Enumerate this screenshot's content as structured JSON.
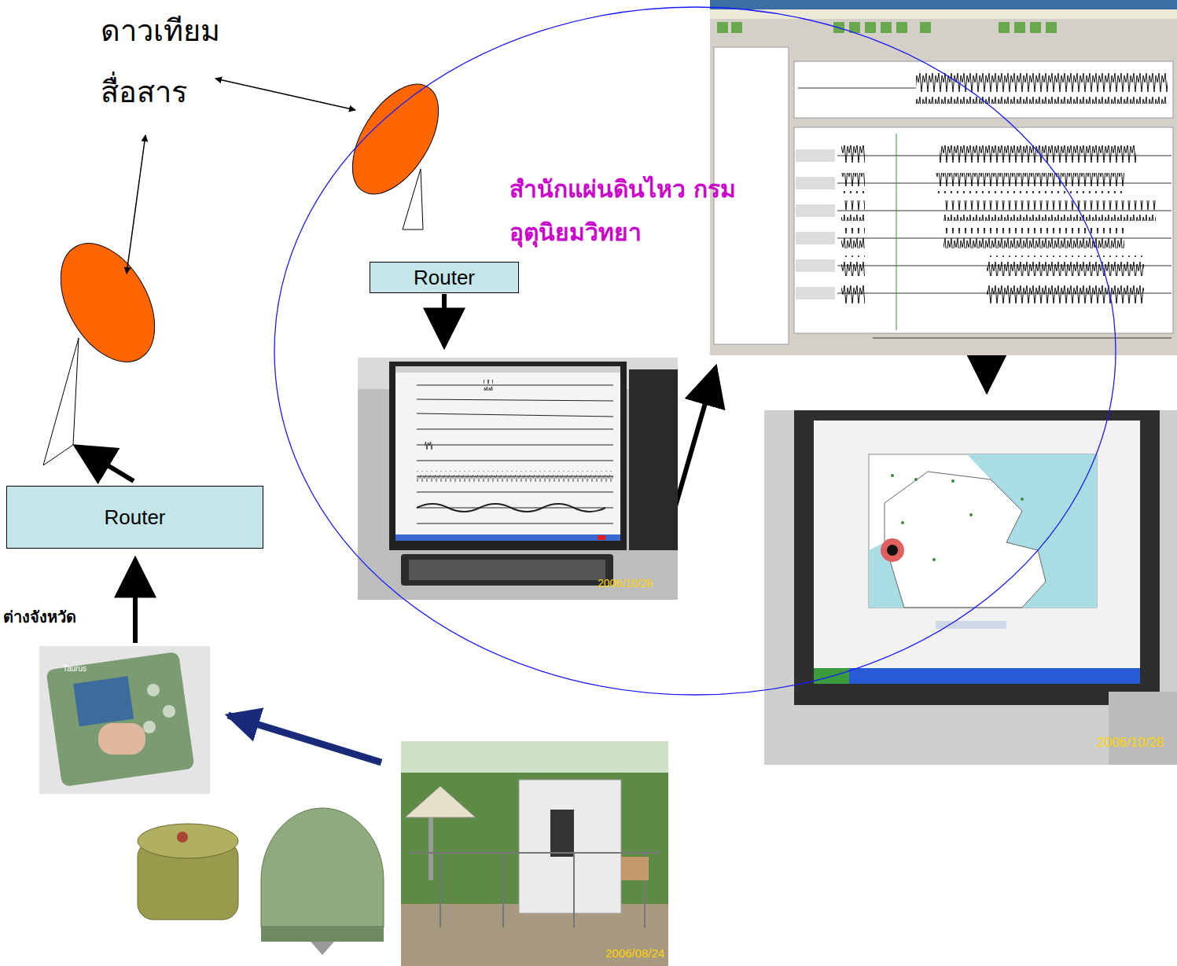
{
  "diagram": {
    "nodes": [
      {
        "text": [
          "สำนักแผ่นดินไหว กรมอุตุนิยมวิทยา"
        ]
      },
      {
        "text": [
          "Router"
        ],
        "in": 0
      },
      {
        "text": [
          "Router"
        ]
      }
    ],
    "labels": [
      "ดาวเทียม สื่อสาร",
      "ต่างจังหวัด",
      "2006/10/28",
      "2006/10/28",
      "2006/08/24",
      "Taurus"
    ]
  }
}
